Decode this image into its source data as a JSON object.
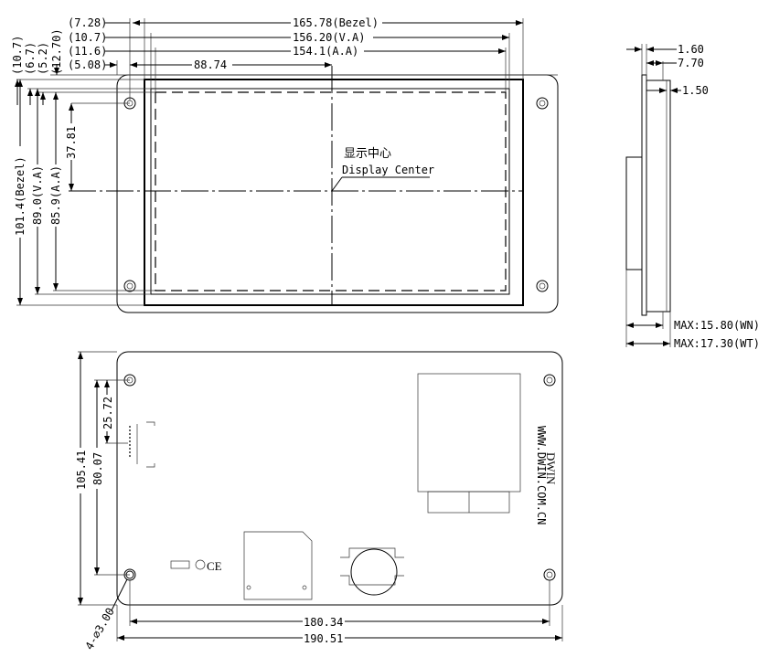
{
  "front_view": {
    "dims_horizontal": [
      "(7.28)",
      "(10.7)",
      "(11.6)",
      "(5.08)",
      "165.78(Bezel)",
      "156.20(V.A)",
      "154.1(A.A)",
      "88.74"
    ],
    "dims_vertical": [
      "(10.7)",
      "(6.7)",
      "(5.2)",
      "(12.70)",
      "101.4(Bezel)",
      "89.0(V.A)",
      "85.9(A.A)",
      "37.81"
    ],
    "center_label_cn": "显示中心",
    "center_label_en": "Display Center"
  },
  "side_view": {
    "dims": [
      "1.60",
      "7.70",
      "1.50",
      "MAX:15.80(WN)",
      "MAX:17.30(WT)"
    ]
  },
  "back_view": {
    "dims": [
      "105.41",
      "80.07",
      "25.72",
      "180.34",
      "190.51",
      "4-⌀3.00"
    ],
    "brand": "DWIN",
    "website": "WWW.DWIN.COM.CN",
    "ce_mark": "CE"
  }
}
